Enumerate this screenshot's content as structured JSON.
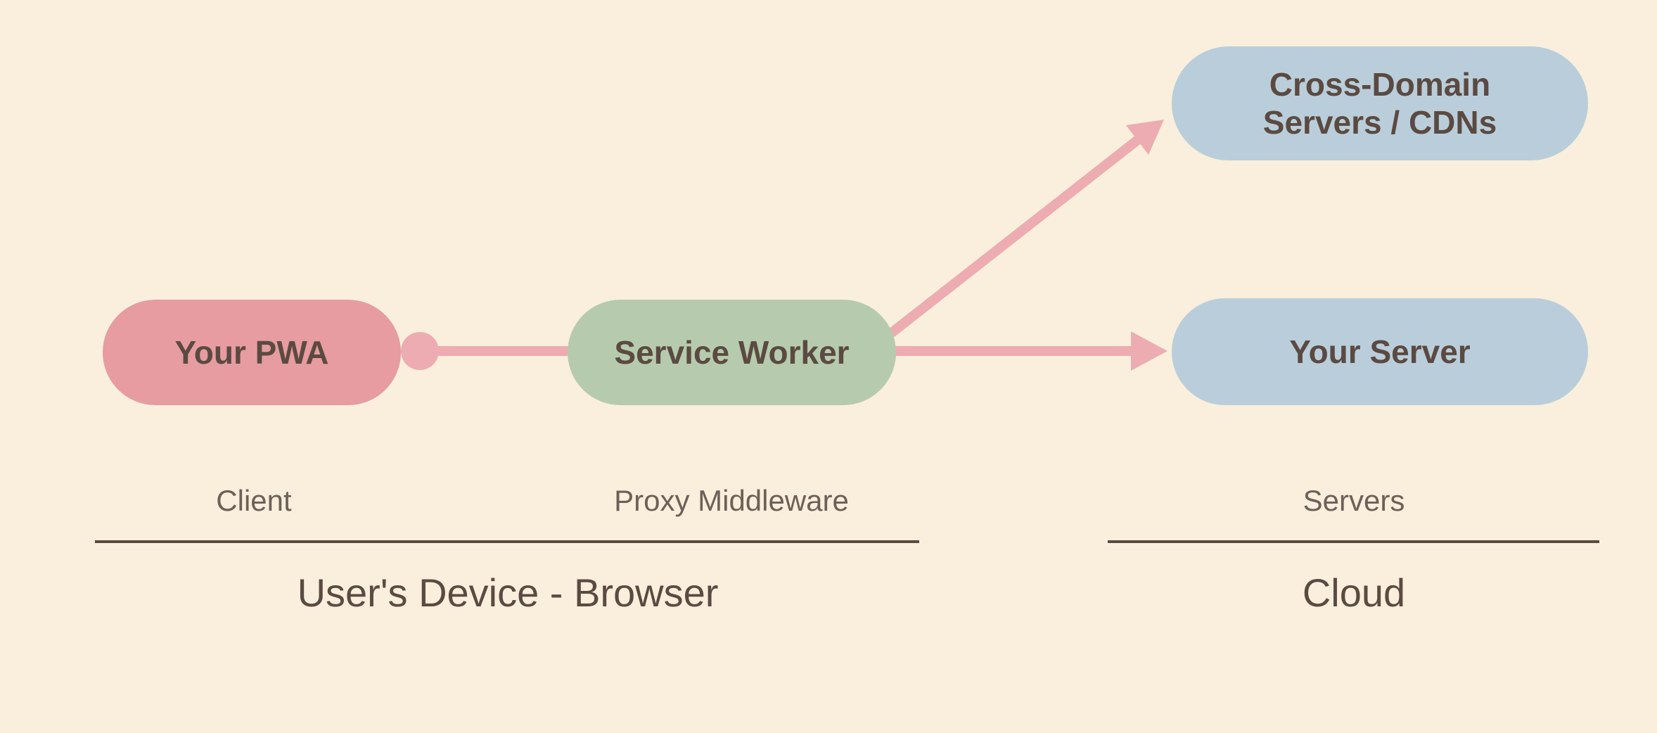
{
  "diagram": {
    "nodes": {
      "pwa": {
        "label": "Your PWA",
        "color": "#E69CA0"
      },
      "service_worker": {
        "label": "Service Worker",
        "color": "#B6CBAD"
      },
      "cross_domain": {
        "label_line1": "Cross-Domain",
        "label_line2": "Servers / CDNs",
        "color": "#B9CEDA"
      },
      "your_server": {
        "label": "Your Server",
        "color": "#B9CEDA"
      }
    },
    "column_labels": {
      "client": "Client",
      "proxy": "Proxy Middleware",
      "servers": "Servers"
    },
    "group_labels": {
      "device": "User's Device - Browser",
      "cloud": "Cloud"
    },
    "colors": {
      "background": "#F9EFDC",
      "connector": "#EDACB1",
      "text_dark": "#5B4A42",
      "text_muted": "#6C6058",
      "divider": "#5B4A42"
    }
  }
}
